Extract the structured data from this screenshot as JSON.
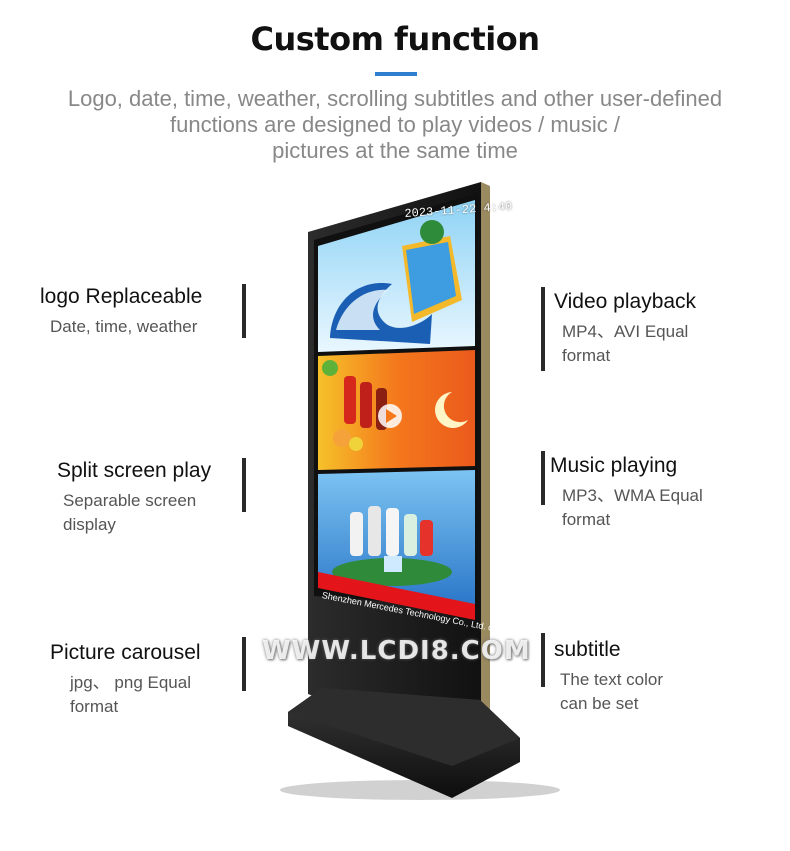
{
  "header": {
    "title": "Custom function",
    "subtitle_lines": [
      "Logo, date, time, weather, scrolling subtitles and other user-defined",
      "functions are designed to play videos / music /",
      "pictures at the same time"
    ]
  },
  "features_left": [
    {
      "title": "logo Replaceable",
      "desc": [
        "Date, time, weather"
      ]
    },
    {
      "title": "Split screen play",
      "desc": [
        "Separable screen",
        "display"
      ]
    },
    {
      "title": "Picture carousel",
      "desc": [
        "jpg、 png Equal",
        "format"
      ]
    }
  ],
  "features_right": [
    {
      "title": "Video playback",
      "desc": [
        "MP4、AVI Equal",
        "format"
      ]
    },
    {
      "title": "Music playing",
      "desc": [
        "MP3、WMA Equal",
        "format"
      ]
    },
    {
      "title": "subtitle",
      "desc": [
        "The text color",
        "can be set"
      ]
    }
  ],
  "screen": {
    "datetime": "2023-11-22    4:40",
    "ticker": "Shenzhen Mercedes Technology Co., Ltd. official web"
  },
  "watermark": "WWW.LCDI8.COM",
  "colors": {
    "accent": "#2f7fd0",
    "panel_orange": "#f0741a",
    "panel_blue": "#3a8fd8",
    "ticker_red": "#e3151a"
  }
}
